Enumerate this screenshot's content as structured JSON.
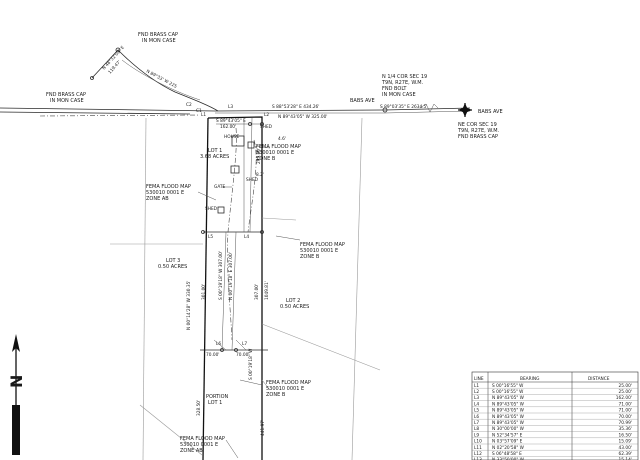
{
  "monuments": {
    "nw_cap": [
      "FND BRASS CAP",
      "IN MON CASE"
    ],
    "top_cap": [
      "FND BRASS CAP",
      "IN MON CASE"
    ],
    "quarter_corner": [
      "N 1/4 COR SEC 19",
      "T9N, R27E, W.M.",
      "FND BOLT",
      "IN MON CASE"
    ],
    "ne_corner": [
      "NE COR SEC 19",
      "T9N, R27E, W.M.",
      "FND BRASS CAP"
    ]
  },
  "bearings": {
    "nw_diag_1": "N 48°32'03\" E",
    "nw_diag_1_dist": "119.47'",
    "nw_diag_2": "N 89°33' W 225",
    "top_line": "S 88°53'28\" E  434.26'",
    "top_line_2": "N 89°43'05\" W  325.00'",
    "road_right": "S 89°03'35\" E 2634.5'",
    "lot1_top": "S 89°43'05\" E",
    "lot1_top_dist": "162.00'",
    "lot1_east": "295.00'",
    "lot3_west": "N 00°14'28\" W  330.35'",
    "lot3_west_dist": "301.00'",
    "center_1": "S 00°19'18\" W  307.00'",
    "center_2": "N 00°19'18\" E  307.00'",
    "lot2_east": "1049.81'",
    "lot2_east_2": "307.00'",
    "lot2_south": "S 00°19'18\" W",
    "bottom_left": "70.00'",
    "bottom_right": "70.00'",
    "portion_west": "328.50'",
    "portion_east": "441.97'"
  },
  "roads": {
    "babs_1": "BABS AVE",
    "babs_2": "BABS AVE"
  },
  "line_labels": [
    "L1",
    "L2",
    "L3",
    "L4",
    "L5",
    "L6",
    "L7"
  ],
  "curve_labels": [
    "C1",
    "C2"
  ],
  "structures": {
    "house": "HOUSE",
    "shed_1": "SHED",
    "shed_2": "SHED",
    "shed_3": "SHED",
    "gate": "GATE"
  },
  "offsets": {
    "o1": "4.6'",
    "o2": "8.2'"
  },
  "lots": {
    "lot1": [
      "LOT 1",
      "3.68 ACRES"
    ],
    "lot2": [
      "LOT 2",
      "0.50 ACRES"
    ],
    "lot3": [
      "LOT 3",
      "0.50 ACRES"
    ],
    "portion": [
      "PORTION",
      "LOT 1"
    ]
  },
  "flood_labels": {
    "f1": [
      "FEMA FLOOD MAP",
      "530010 0001 E",
      "ZONE B"
    ],
    "f2": [
      "FEMA FLOOD MAP",
      "530010 0001 E",
      "ZONE AB"
    ],
    "f3": [
      "FEMA FLOOD MAP",
      "530010 0001 E",
      "ZONE B"
    ],
    "f4": [
      "FEMA FLOOD MAP",
      "530010 0001 E",
      "ZONE B"
    ],
    "f5": [
      "FEMA FLOOD MAP",
      "530010 0001 E",
      "ZONE AB"
    ]
  },
  "north_arrow": "N",
  "line_table": {
    "headers": [
      "LINE",
      "BEARING",
      "DISTANCE"
    ],
    "rows": [
      [
        "L1",
        "S 00°16'55\" W",
        "25.00'"
      ],
      [
        "L2",
        "S 00°16'55\" W",
        "25.00'"
      ],
      [
        "L3",
        "N 89°43'05\" W",
        "162.00'"
      ],
      [
        "L4",
        "N 89°43'05\" W",
        "71.00'"
      ],
      [
        "L5",
        "N 89°43'05\" W",
        "71.00'"
      ],
      [
        "L6",
        "N 89°43'05\" W",
        "70.00'"
      ],
      [
        "L7",
        "N 89°43'05\" W",
        "70.99'"
      ],
      [
        "L8",
        "N 30°00'00\" W",
        "35.36'"
      ],
      [
        "L9",
        "N 52°34'57\" E",
        "16.50'"
      ],
      [
        "L10",
        "N 03°57'09\" E",
        "15.09'"
      ],
      [
        "L11",
        "N 02°20'58\" W",
        "43.00'"
      ],
      [
        "L12",
        "S 06°48'58\" E",
        "62.39'"
      ],
      [
        "L13",
        "N 33°50'00\" W",
        "15.14'"
      ]
    ]
  }
}
